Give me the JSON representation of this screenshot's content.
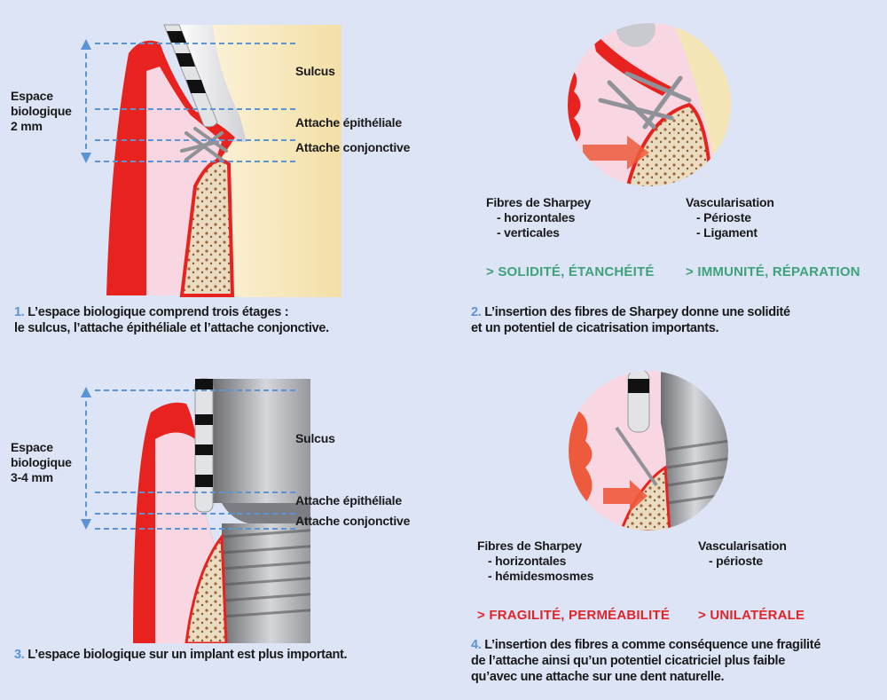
{
  "panels": [
    {
      "id": 1,
      "bracket_label": [
        "Espace",
        "biologique",
        "2 mm"
      ],
      "zones": [
        "Sulcus",
        "Attache épithéliale",
        "Attache conjonctive"
      ],
      "caption_number": "1.",
      "caption_lines": [
        "L’espace biologique comprend trois étages :",
        "le sulcus, l’attache épithéliale et l’attache conjonctive."
      ]
    },
    {
      "id": 2,
      "left_title": "Fibres de Sharpey",
      "left_items": [
        "- horizontales",
        "- verticales"
      ],
      "right_title": "Vascularisation",
      "right_items": [
        "- Périoste",
        "- Ligament"
      ],
      "left_outcome": "> SOLIDITÉ, ÉTANCHÉITÉ",
      "right_outcome": "> IMMUNITÉ, RÉPARATION",
      "outcome_color": "#3ea27a",
      "caption_number": "2.",
      "caption_lines": [
        "L’insertion des fibres de Sharpey donne une solidité",
        "et un potentiel de cicatrisation importants."
      ]
    },
    {
      "id": 3,
      "bracket_label": [
        "Espace",
        "biologique",
        "3-4 mm"
      ],
      "zones": [
        "Sulcus",
        "Attache épithéliale",
        "Attache conjonctive"
      ],
      "caption_number": "3.",
      "caption_lines": [
        "L’espace biologique sur un implant est plus important."
      ]
    },
    {
      "id": 4,
      "left_title": "Fibres de Sharpey",
      "left_items": [
        "- horizontales",
        "- hémidesmosmes"
      ],
      "right_title": "Vascularisation",
      "right_items": [
        "- périoste"
      ],
      "left_outcome": "> FRAGILITÉ, PERMÉABILITÉ",
      "right_outcome": "> UNILATÉRALE",
      "outcome_color": "#e0252a",
      "caption_number": "4.",
      "caption_lines": [
        "L’insertion des fibres a comme conséquence une fragilité",
        "de l’attache ainsi qu’un potentiel cicatriciel plus faible",
        "qu’avec une attache sur une dent naturelle."
      ]
    }
  ],
  "colors": {
    "background": "#dce4f5",
    "gum_red": "#e8231f",
    "gum_pink": "#f8d6e2",
    "bone": "#e9dcc0",
    "tooth": "#f5e6b8",
    "dash_blue": "#5b94d4",
    "caption_number": "#5b94d4"
  }
}
